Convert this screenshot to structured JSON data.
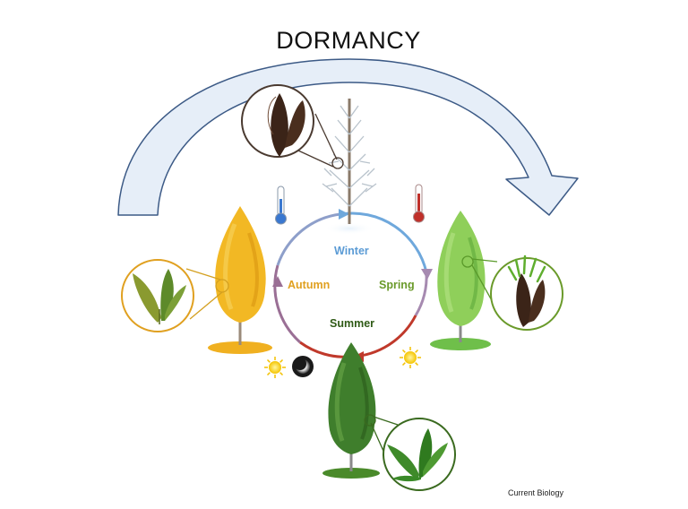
{
  "title": "DORMANCY",
  "seasons": {
    "winter": "Winter",
    "spring": "Spring",
    "summer": "Summer",
    "autumn": "Autumn"
  },
  "credit": "Current Biology",
  "colors": {
    "winter": "#5b9bd5",
    "spring": "#6a9a2a",
    "summer": "#2f5a16",
    "autumn": "#e0a020",
    "cycle_cold": "#6fa8dc",
    "cycle_warm": "#c0392b",
    "dormancy_arrow_fill": "#e6eef8",
    "dormancy_arrow_stroke": "#3c5a86"
  },
  "icons": [
    "thermometer-cold-icon",
    "thermometer-warm-icon",
    "sun-icon",
    "moon-icon"
  ]
}
